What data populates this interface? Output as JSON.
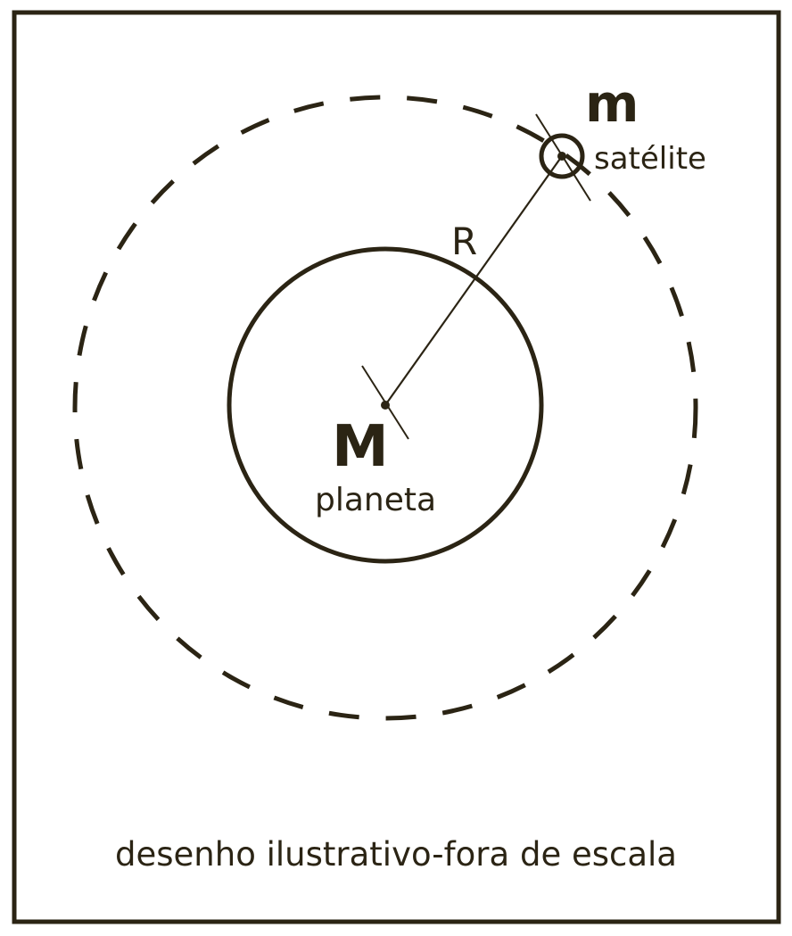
{
  "colors": {
    "ink": "#2b2414",
    "background": "#ffffff"
  },
  "labels": {
    "satellite_symbol": "m",
    "satellite_name": "satélite",
    "radius_symbol": "R",
    "planet_symbol": "M",
    "planet_name": "planeta",
    "caption": "desenho ilustrativo-fora de escala"
  }
}
